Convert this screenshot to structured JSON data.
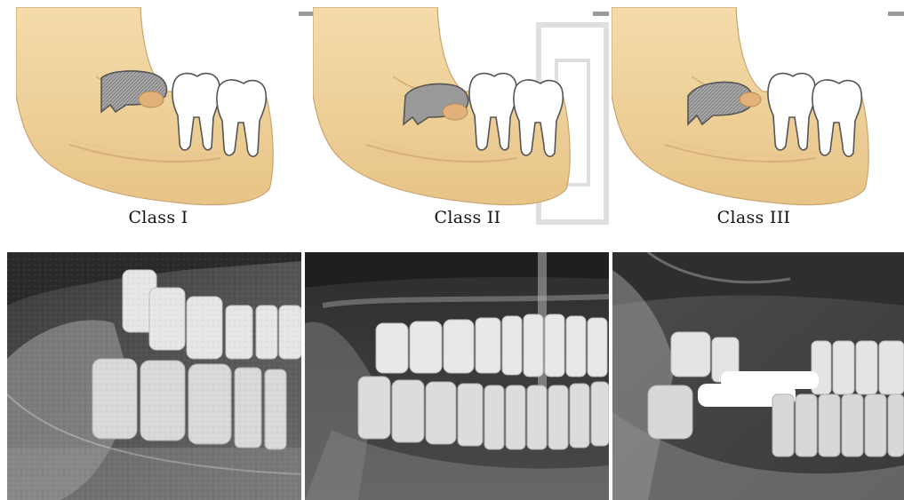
{
  "panels": [
    {
      "caption": "Class I"
    },
    {
      "caption": "Class II"
    },
    {
      "caption": "Class III"
    }
  ],
  "colors": {
    "bone": "#f2d9a6",
    "bone_shadow": "#d7b276",
    "tooth": "#ffffff",
    "impacted_tooth": "#9b9b9b",
    "xray_dark": "#2a2a2a",
    "xray_light": "#e8e8e8"
  }
}
